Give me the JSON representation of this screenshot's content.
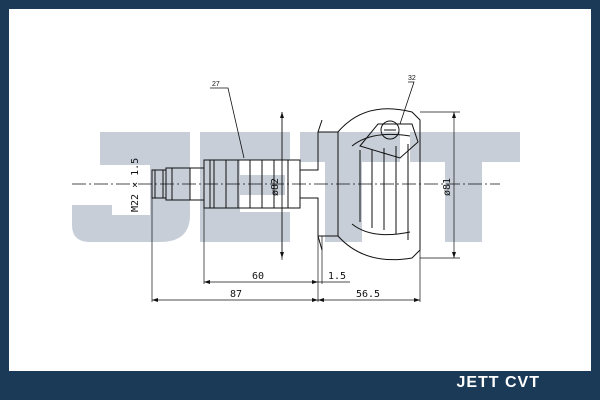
{
  "brand": {
    "footer_label": "JETT CVT",
    "frame_color": "#1b3a57",
    "watermark_color": "#c7ced8"
  },
  "labels": {
    "callout_27": "27",
    "callout_32": "32",
    "thread": "M22 × 1.5",
    "diameter_shaft": "ø82",
    "diameter_housing": "ø81",
    "length_60": "60",
    "length_87": "87",
    "offset_1_5": "1.5",
    "length_56_5": "56.5"
  }
}
